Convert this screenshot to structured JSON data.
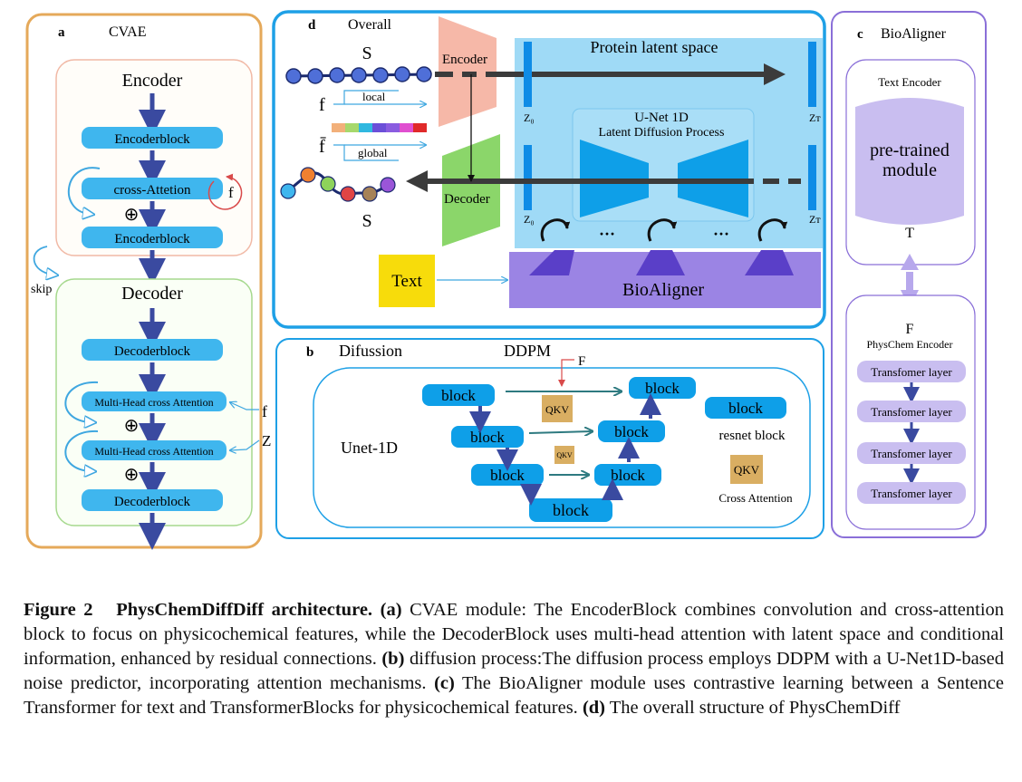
{
  "panel_a": {
    "letter": "a",
    "title": "CVAE",
    "encoder_title": "Encoder",
    "encoder_block_1": "Encoderblock",
    "cross_attention": "cross-Attetion",
    "f_label": "f",
    "encoder_block_2": "Encoderblock",
    "skip_label": "skip",
    "decoder_title": "Decoder",
    "decoder_block_1": "Decoderblock",
    "mhca_1": "Multi-Head cross Attention",
    "mhca_2": "Multi-Head cross Attention",
    "decoder_block_2": "Decoderblock",
    "side_f": "f",
    "side_z": "Z",
    "plus": "⊕"
  },
  "panel_d": {
    "letter": "d",
    "title": "Overall",
    "s_top": "S",
    "s_bottom": "S",
    "f_local": "f",
    "local_label": "local",
    "f_global": "f̄",
    "global_label": "global",
    "encoder": "Encoder",
    "decoder": "Decoder",
    "latent_space": "Protein latent space",
    "z0_top": "Z₀",
    "zt_top": "Zᴛ",
    "z0_bottom": "Z₀",
    "zt_bottom": "Zᴛ",
    "unet_title": "U-Net 1D",
    "unet_subtitle": "Latent Diffusion Process",
    "dots_1": "···",
    "dots_2": "···",
    "text_box": "Text",
    "bioaligner": "BioAligner"
  },
  "panel_b": {
    "letter": "b",
    "title": "Difussion",
    "ddpm": "DDPM",
    "F_label": "F",
    "unet_label": "Unet-1D",
    "block_label": "block",
    "block_bottom": "block",
    "qkv": "QKV",
    "qkv_small": "QKV",
    "legend_block": "block",
    "legend_resnet": "resnet block",
    "legend_qkv": "QKV",
    "legend_cross": "Cross Attention"
  },
  "panel_c": {
    "letter": "c",
    "title": "BioAligner",
    "text_encoder": "Text  Encoder",
    "pretrained_1": "pre-trained",
    "pretrained_2": "module",
    "T_label": "T",
    "F_label": "F",
    "physchem_encoder": "PhysChem  Encoder",
    "layers": [
      "Transfomer layer",
      "Transfomer layer",
      "Transfomer layer",
      "Transfomer layer"
    ]
  },
  "caption": {
    "fig_label": "Figure 2",
    "fig_title": "PhysChemDiffDiff architecture.",
    "a_tag": "(a)",
    "a_text": " CVAE module: The EncoderBlock combines convolution and cross-attention block to focus on physicochemical features, while the DecoderBlock uses multi-head attention with latent space and conditional information, enhanced by residual connections. ",
    "b_tag": "(b)",
    "b_text": " diffusion process:The diffusion process employs DDPM with a U-Net1D-based noise predictor, incorporating attention mechanisms. ",
    "c_tag": "(c)",
    "c_text": " The BioAligner module uses contrastive learning between a Sentence Transformer for text and TransformerBlocks for physicochemical features. ",
    "d_tag": "(d)",
    "d_text": " The overall structure of PhysChemDiff"
  },
  "colors": {
    "panel_a_border": "#E5A95A",
    "panel_blue_border": "#1EA0E6",
    "panel_c_border": "#8A6FD8",
    "block_blue": "#3FB6EE",
    "arrow_navy": "#3A4AA0",
    "latent_bg": "#8ED3F5",
    "encoder_pink": "#F6B8A8",
    "decoder_green": "#8BD66A",
    "bioaligner_purple": "#9B84E4",
    "text_yellow": "#F7DC0B",
    "qkv_tan": "#D9AE62"
  }
}
